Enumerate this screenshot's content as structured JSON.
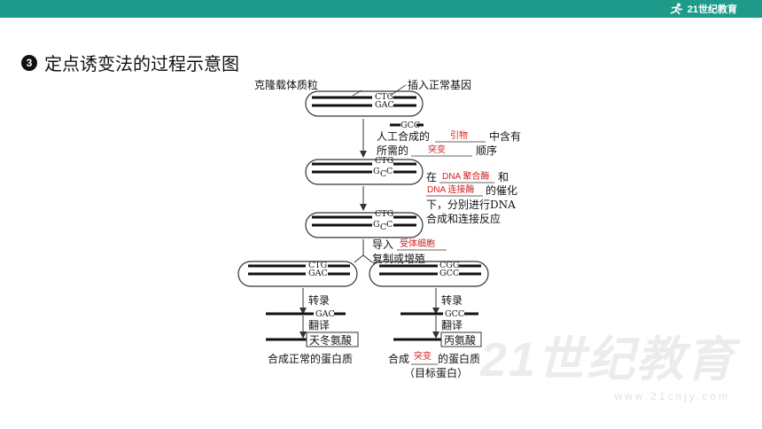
{
  "header": {
    "logo_text": "21世纪教育"
  },
  "slide": {
    "number": "3",
    "title": "定点诱变法的过程示意图"
  },
  "diagram": {
    "plasmid_label": "克隆载体质粒",
    "insert_label": "插入正常基因",
    "seq_ctg": "CTG",
    "seq_gac": "GAC",
    "seq_gcc": "GCC",
    "seq_cgg": "CGG",
    "seq_g": "G",
    "seq_c": "C",
    "step1_line1_pre": "人工合成的",
    "step1_line1_blank": "引物",
    "step1_line1_post": "中含有",
    "step1_line2_pre": "所需的",
    "step1_line2_blank": "突变",
    "step1_line2_post": "顺序",
    "step2_line1_pre": "在",
    "step2_line1_blank": "DNA 聚合酶",
    "step2_line1_post": "和",
    "step2_line2_blank": "DNA 连接酶",
    "step2_line2_post": "的催化",
    "step2_line3": "下，分别进行DNA",
    "step2_line4": "合成和连接反应",
    "step3_line1_pre": "导入",
    "step3_line1_blank": "受体细胞",
    "step3_line2": "复制或增殖",
    "transcription": "转录",
    "translation": "翻译",
    "aa_normal": "天冬氨酸",
    "aa_mutant": "丙氨酸",
    "result_normal": "合成正常的蛋白质",
    "result_mutant_pre": "合成",
    "result_mutant_blank": "突变",
    "result_mutant_post": "的蛋白质",
    "result_mutant_note": "（目标蛋白）"
  },
  "watermark": {
    "main": "21世纪教育",
    "sub": "www.21cnjy.com"
  }
}
